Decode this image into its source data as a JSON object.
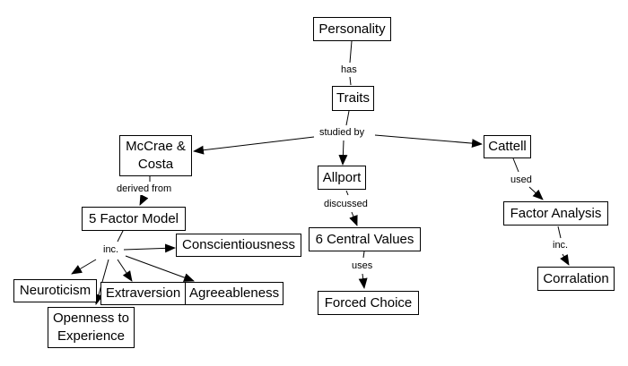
{
  "nodes": {
    "personality": "Personality",
    "traits": "Traits",
    "mccrae_costa": "McCrae & Costa",
    "allport": "Allport",
    "cattell": "Cattell",
    "five_factor": "5 Factor Model",
    "conscientiousness": "Conscientiousness",
    "neuroticism": "Neuroticism",
    "extraversion": "Extraversion",
    "agreeableness": "Agreeableness",
    "openness": "Openness to Experience",
    "six_values": "6 Central Values",
    "forced_choice": "Forced Choice",
    "factor_analysis": "Factor Analysis",
    "corralation": "Corralation"
  },
  "links": {
    "has": "has",
    "studied_by": "studied by",
    "derived_from": "derived from",
    "inc_1": "inc.",
    "discussed": "discussed",
    "uses": "uses",
    "used": "used",
    "inc_2": "inc."
  }
}
